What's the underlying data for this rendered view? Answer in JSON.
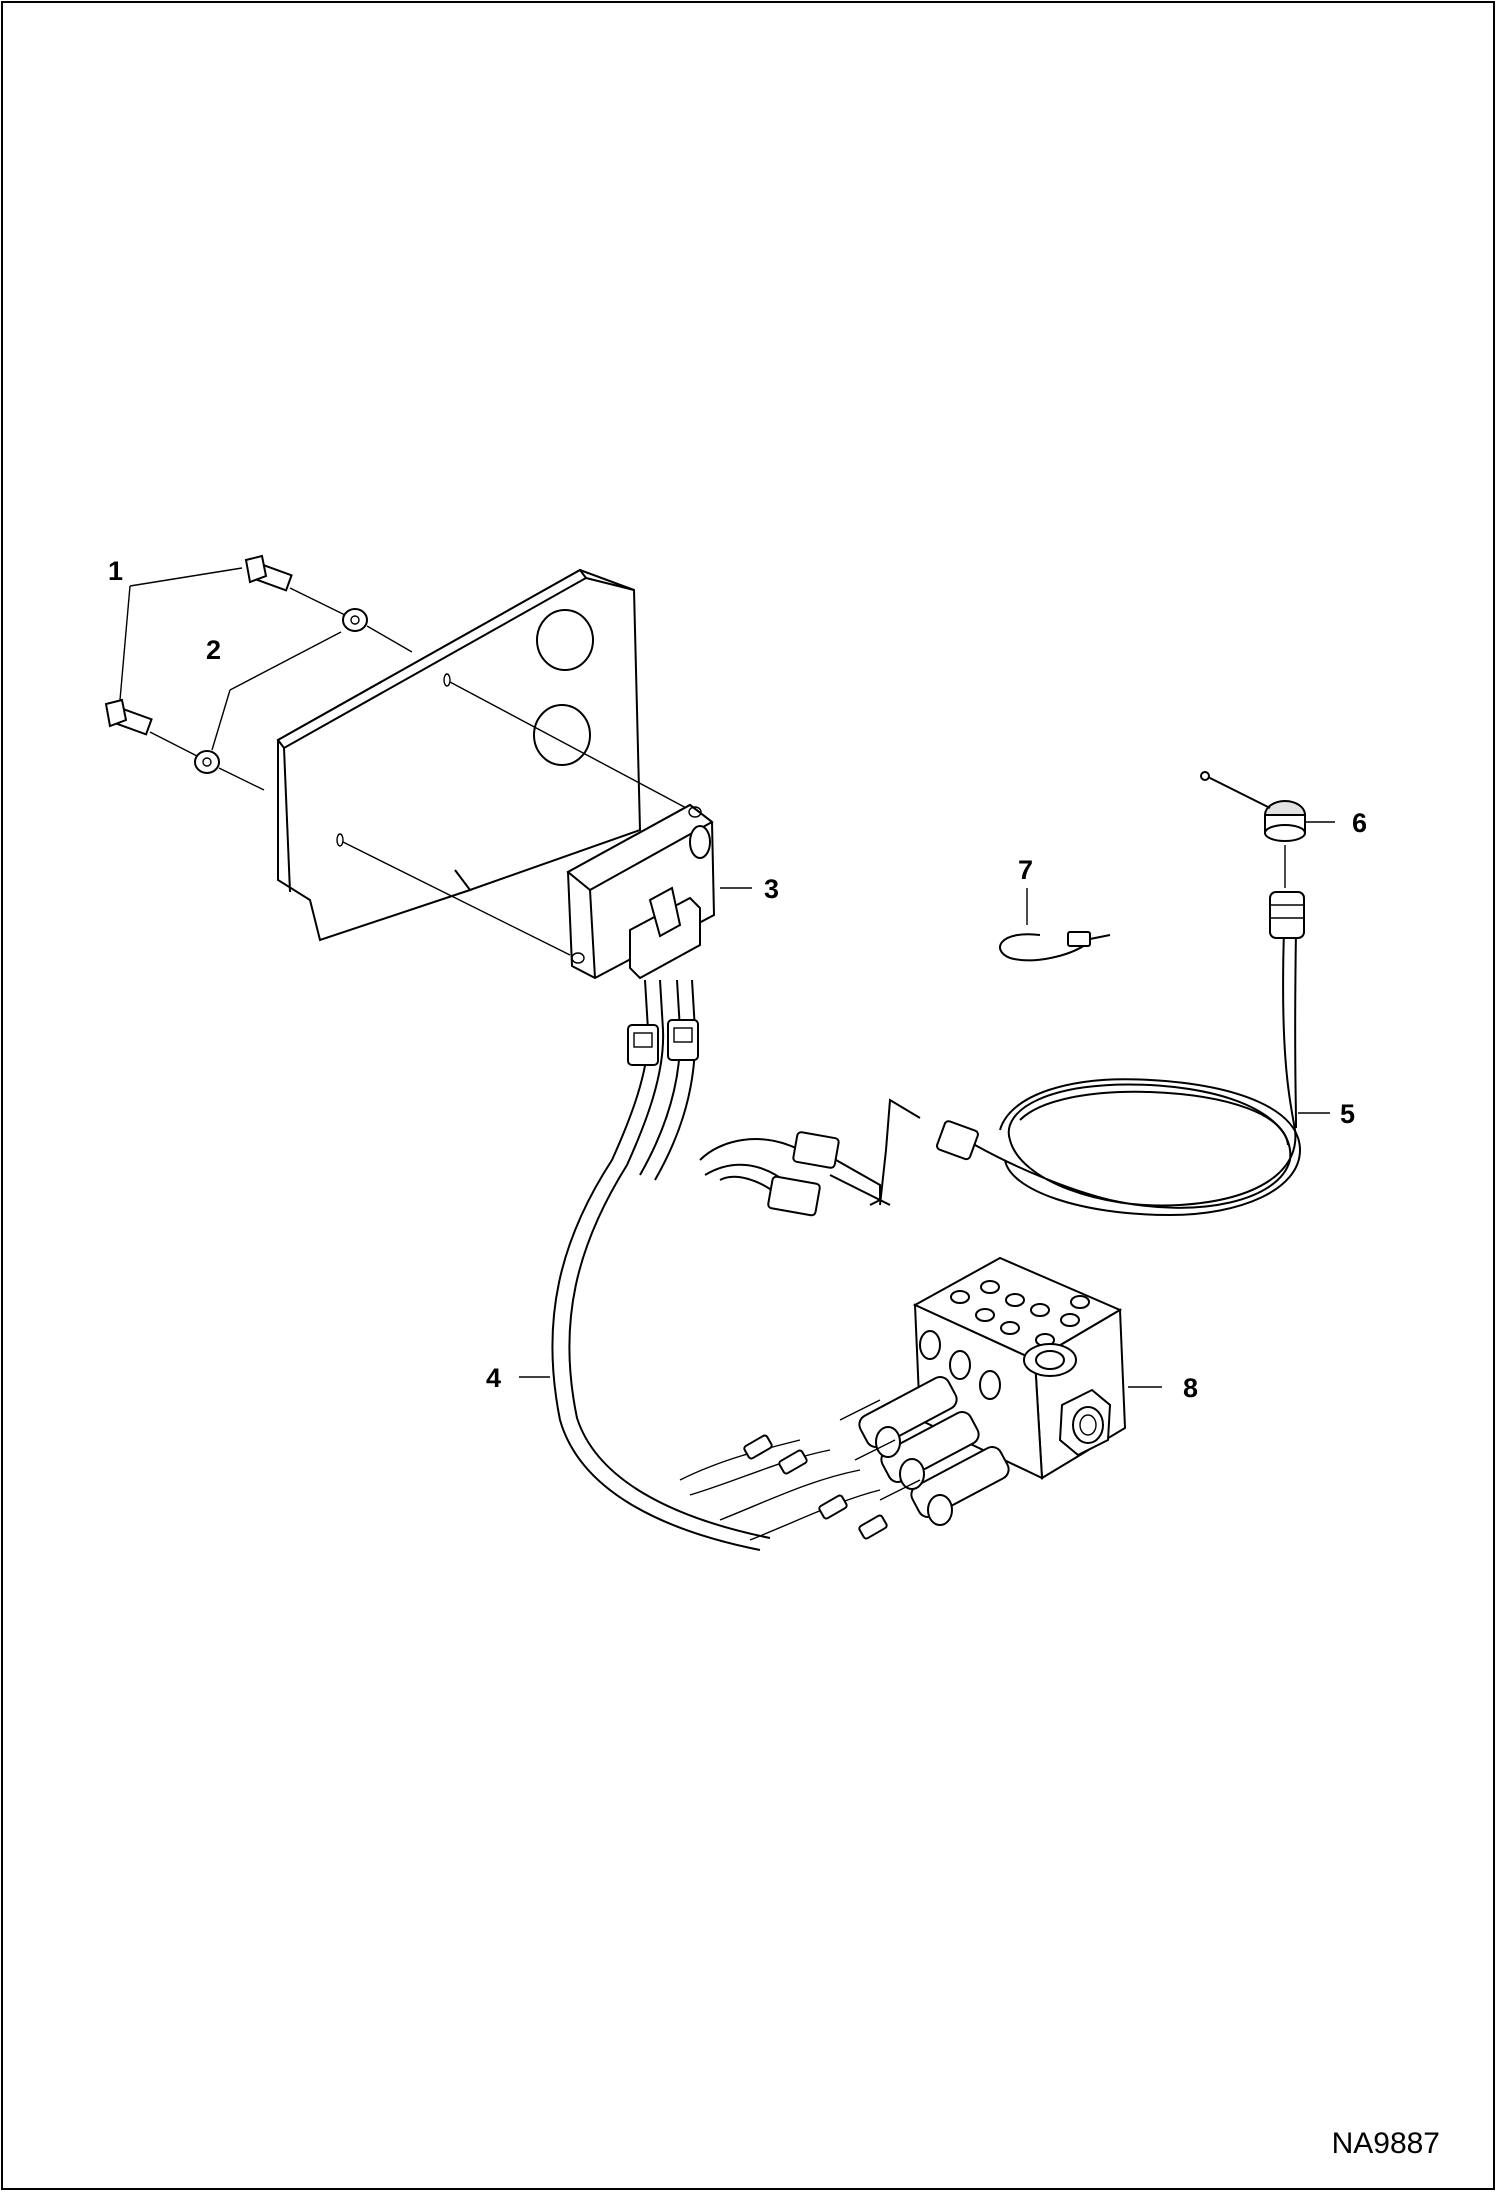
{
  "figure_code": "NA9887",
  "callouts": [
    {
      "id": "1",
      "label": "1"
    },
    {
      "id": "2",
      "label": "2"
    },
    {
      "id": "3",
      "label": "3"
    },
    {
      "id": "4",
      "label": "4"
    },
    {
      "id": "5",
      "label": "5"
    },
    {
      "id": "6",
      "label": "6"
    },
    {
      "id": "7",
      "label": "7"
    },
    {
      "id": "8",
      "label": "8"
    }
  ]
}
